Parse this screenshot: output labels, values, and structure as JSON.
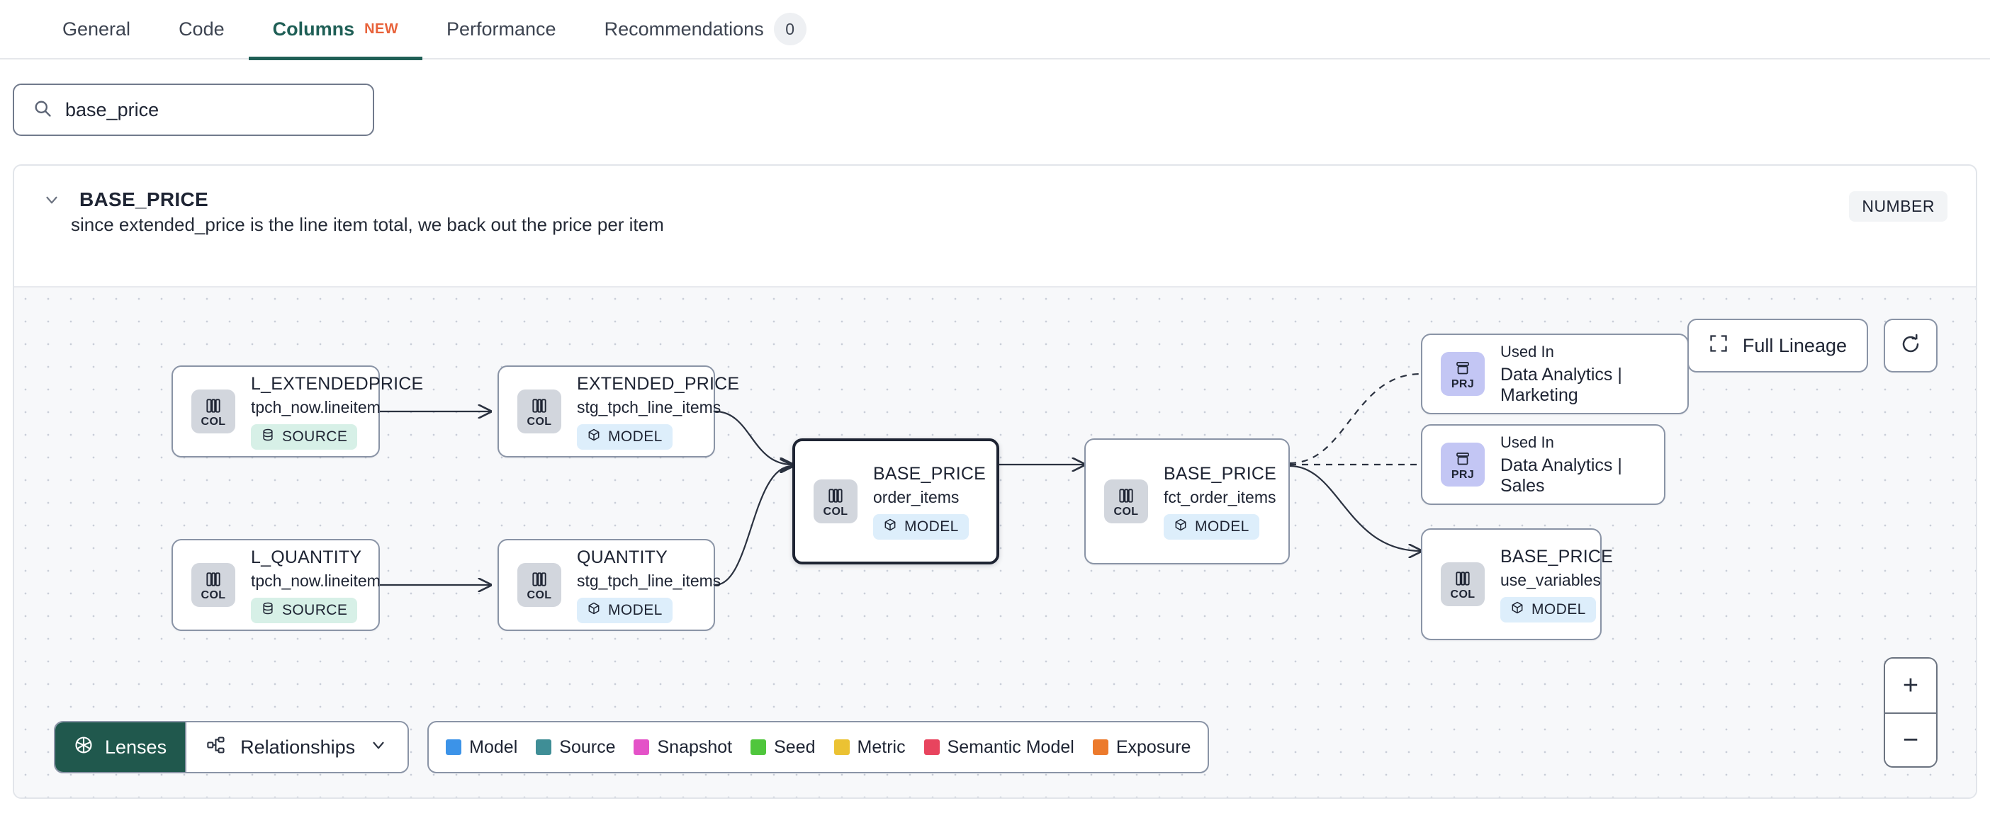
{
  "tabs": [
    {
      "label": "General",
      "active": false,
      "badge": null,
      "new": null
    },
    {
      "label": "Code",
      "active": false,
      "badge": null,
      "new": null
    },
    {
      "label": "Columns",
      "active": true,
      "badge": null,
      "new": "NEW"
    },
    {
      "label": "Performance",
      "active": false,
      "badge": null,
      "new": null
    },
    {
      "label": "Recommendations",
      "active": false,
      "badge": "0",
      "new": null
    }
  ],
  "search": {
    "value": "base_price",
    "placeholder": "Search columns",
    "icon": "search-icon"
  },
  "column": {
    "name": "BASE_PRICE",
    "type_badge": "NUMBER",
    "description": "since extended_price is the line item total, we back out the price per item",
    "expanded": true
  },
  "canvas": {
    "full_lineage_label": "Full Lineage",
    "refresh_label": "",
    "zoom_in_label": "+",
    "zoom_out_label": "−"
  },
  "graph": {
    "nodes": [
      {
        "id": "l_extendedprice",
        "kind": "COL",
        "title": "L_EXTENDEDPRICE",
        "subtitle": "tpch_now.lineitem",
        "badge": "SOURCE",
        "badge_type": "source",
        "selected": false
      },
      {
        "id": "l_quantity",
        "kind": "COL",
        "title": "L_QUANTITY",
        "subtitle": "tpch_now.lineitem",
        "badge": "SOURCE",
        "badge_type": "source",
        "selected": false
      },
      {
        "id": "extended_price",
        "kind": "COL",
        "title": "EXTENDED_PRICE",
        "subtitle": "stg_tpch_line_items",
        "badge": "MODEL",
        "badge_type": "model",
        "selected": false
      },
      {
        "id": "quantity",
        "kind": "COL",
        "title": "QUANTITY",
        "subtitle": "stg_tpch_line_items",
        "badge": "MODEL",
        "badge_type": "model",
        "selected": false
      },
      {
        "id": "base_price_order_items",
        "kind": "COL",
        "title": "BASE_PRICE",
        "subtitle": "order_items",
        "badge": "MODEL",
        "badge_type": "model",
        "selected": true
      },
      {
        "id": "base_price_fct",
        "kind": "COL",
        "title": "BASE_PRICE",
        "subtitle": "fct_order_items",
        "badge": "MODEL",
        "badge_type": "model",
        "selected": false
      },
      {
        "id": "base_price_use_variables",
        "kind": "COL",
        "title": "BASE_PRICE",
        "subtitle": "use_variables",
        "badge": "MODEL",
        "badge_type": "model",
        "selected": false
      }
    ],
    "project_nodes": [
      {
        "id": "prj_marketing",
        "kind": "PRJ",
        "used_in_label": "Used In",
        "name": "Data Analytics | Marketing"
      },
      {
        "id": "prj_sales",
        "kind": "PRJ",
        "used_in_label": "Used In",
        "name": "Data Analytics | Sales"
      }
    ]
  },
  "toolbar": {
    "lenses_label": "Lenses",
    "relationships_label": "Relationships",
    "legend": [
      {
        "label": "Model",
        "color": "#3c93e8"
      },
      {
        "label": "Source",
        "color": "#3f8e96"
      },
      {
        "label": "Snapshot",
        "color": "#e452c8"
      },
      {
        "label": "Seed",
        "color": "#4fc63c"
      },
      {
        "label": "Metric",
        "color": "#ebc233"
      },
      {
        "label": "Semantic Model",
        "color": "#e8445e"
      },
      {
        "label": "Exposure",
        "color": "#ec7a2c"
      }
    ]
  }
}
